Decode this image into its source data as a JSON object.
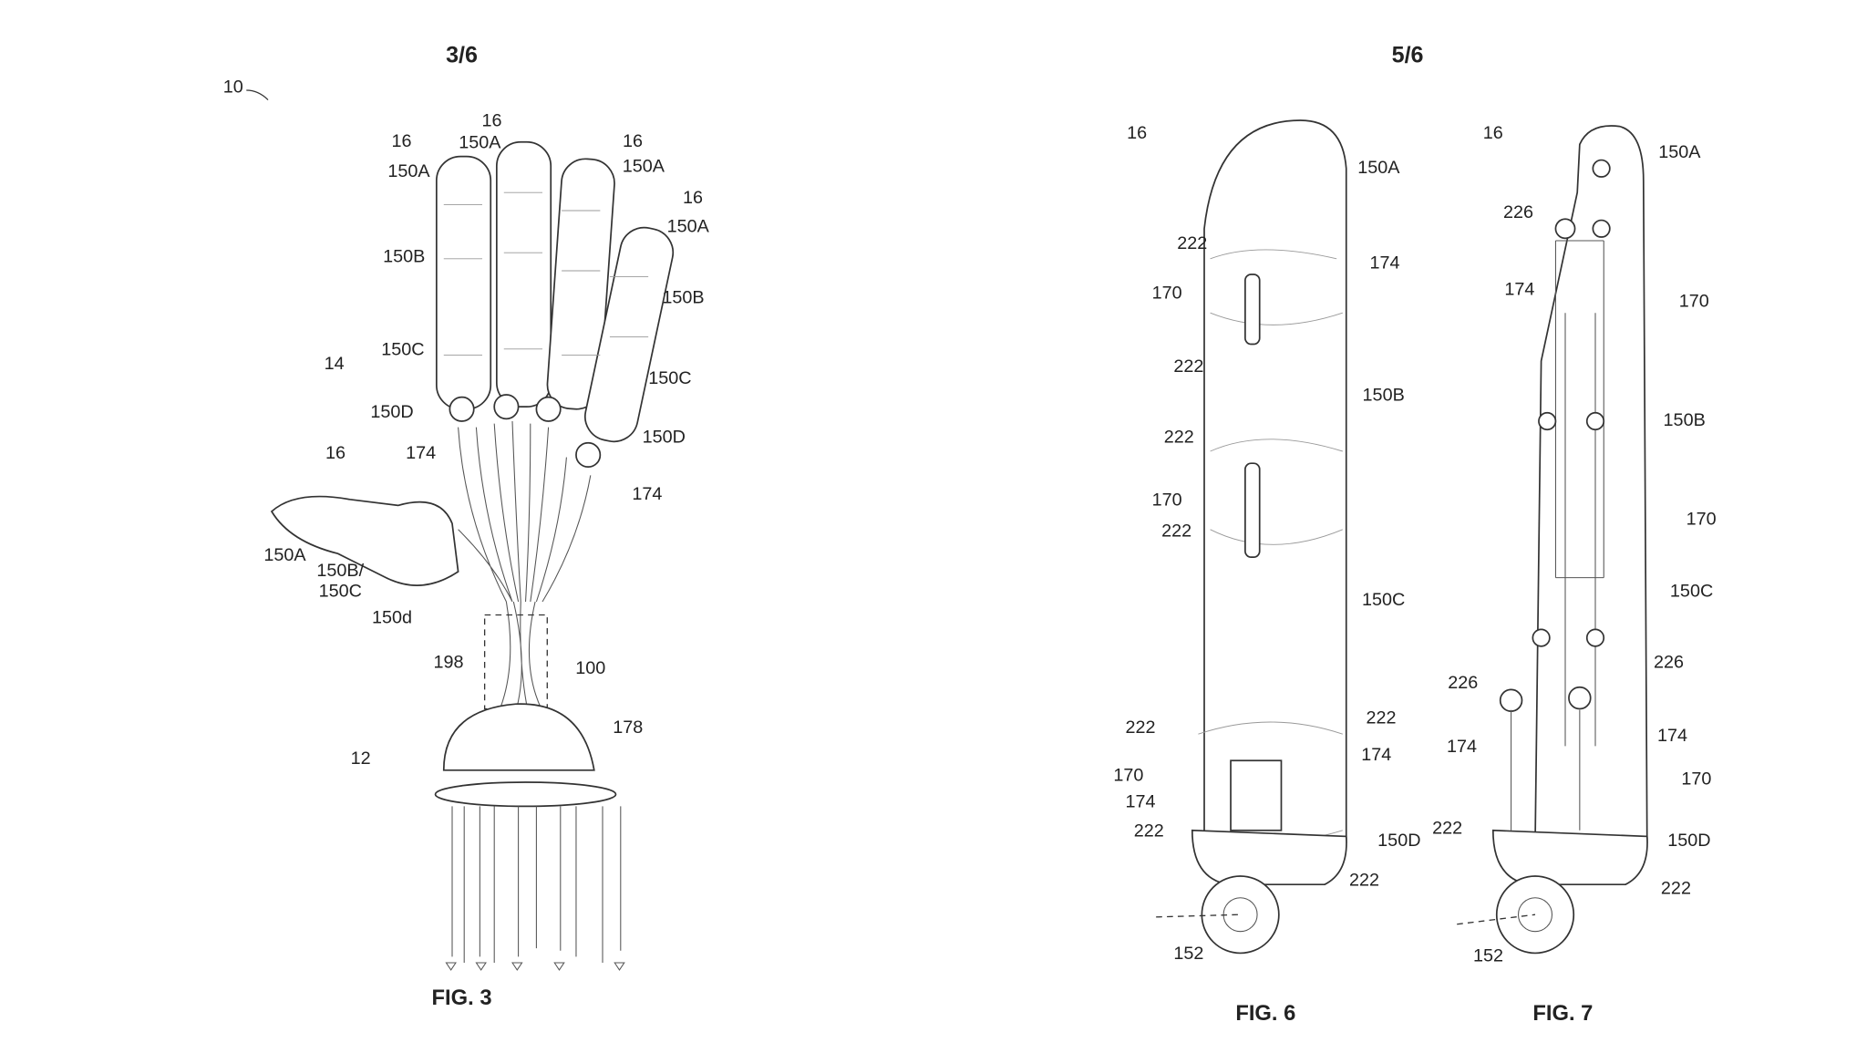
{
  "sheets": {
    "left": "3/6",
    "right": "5/6"
  },
  "fig3": {
    "caption": "FIG. 3",
    "labels": {
      "r10": "10",
      "r16a": "16",
      "r16b": "16",
      "r16c": "16",
      "r16d": "16",
      "r16e": "16",
      "a1": "150A",
      "a2": "150A",
      "a3": "150A",
      "a4": "150A",
      "a5": "150A",
      "b1": "150B",
      "b2": "150B",
      "c1": "150C",
      "c2": "150C",
      "r14": "14",
      "d1": "150D",
      "d2": "150D",
      "s1": "174",
      "s2": "174",
      "bc1": "150B/",
      "bc2": "150C",
      "dl": "150d",
      "r198": "198",
      "r100": "100",
      "r178": "178",
      "r12": "12"
    }
  },
  "fig6": {
    "caption": "FIG. 6",
    "labels": {
      "r16": "16",
      "a": "150A",
      "b": "150B",
      "c": "150C",
      "d": "150D",
      "r152": "152",
      "p1": "222",
      "p2": "222",
      "p3": "222",
      "p4": "222",
      "p5": "222",
      "p6": "222",
      "p7": "222",
      "p8": "222",
      "t1": "174",
      "t2": "174",
      "t3": "174",
      "j1": "170",
      "j2": "170",
      "j3": "170"
    }
  },
  "fig7": {
    "caption": "FIG. 7",
    "labels": {
      "r16": "16",
      "a": "150A",
      "b": "150B",
      "c": "150C",
      "d": "150D",
      "r152": "152",
      "k1": "226",
      "k2": "226",
      "k3": "226",
      "t1": "174",
      "t2": "174",
      "t3": "174",
      "j1": "170",
      "j2": "170",
      "j3": "170",
      "p1": "222",
      "p2": "222"
    }
  }
}
